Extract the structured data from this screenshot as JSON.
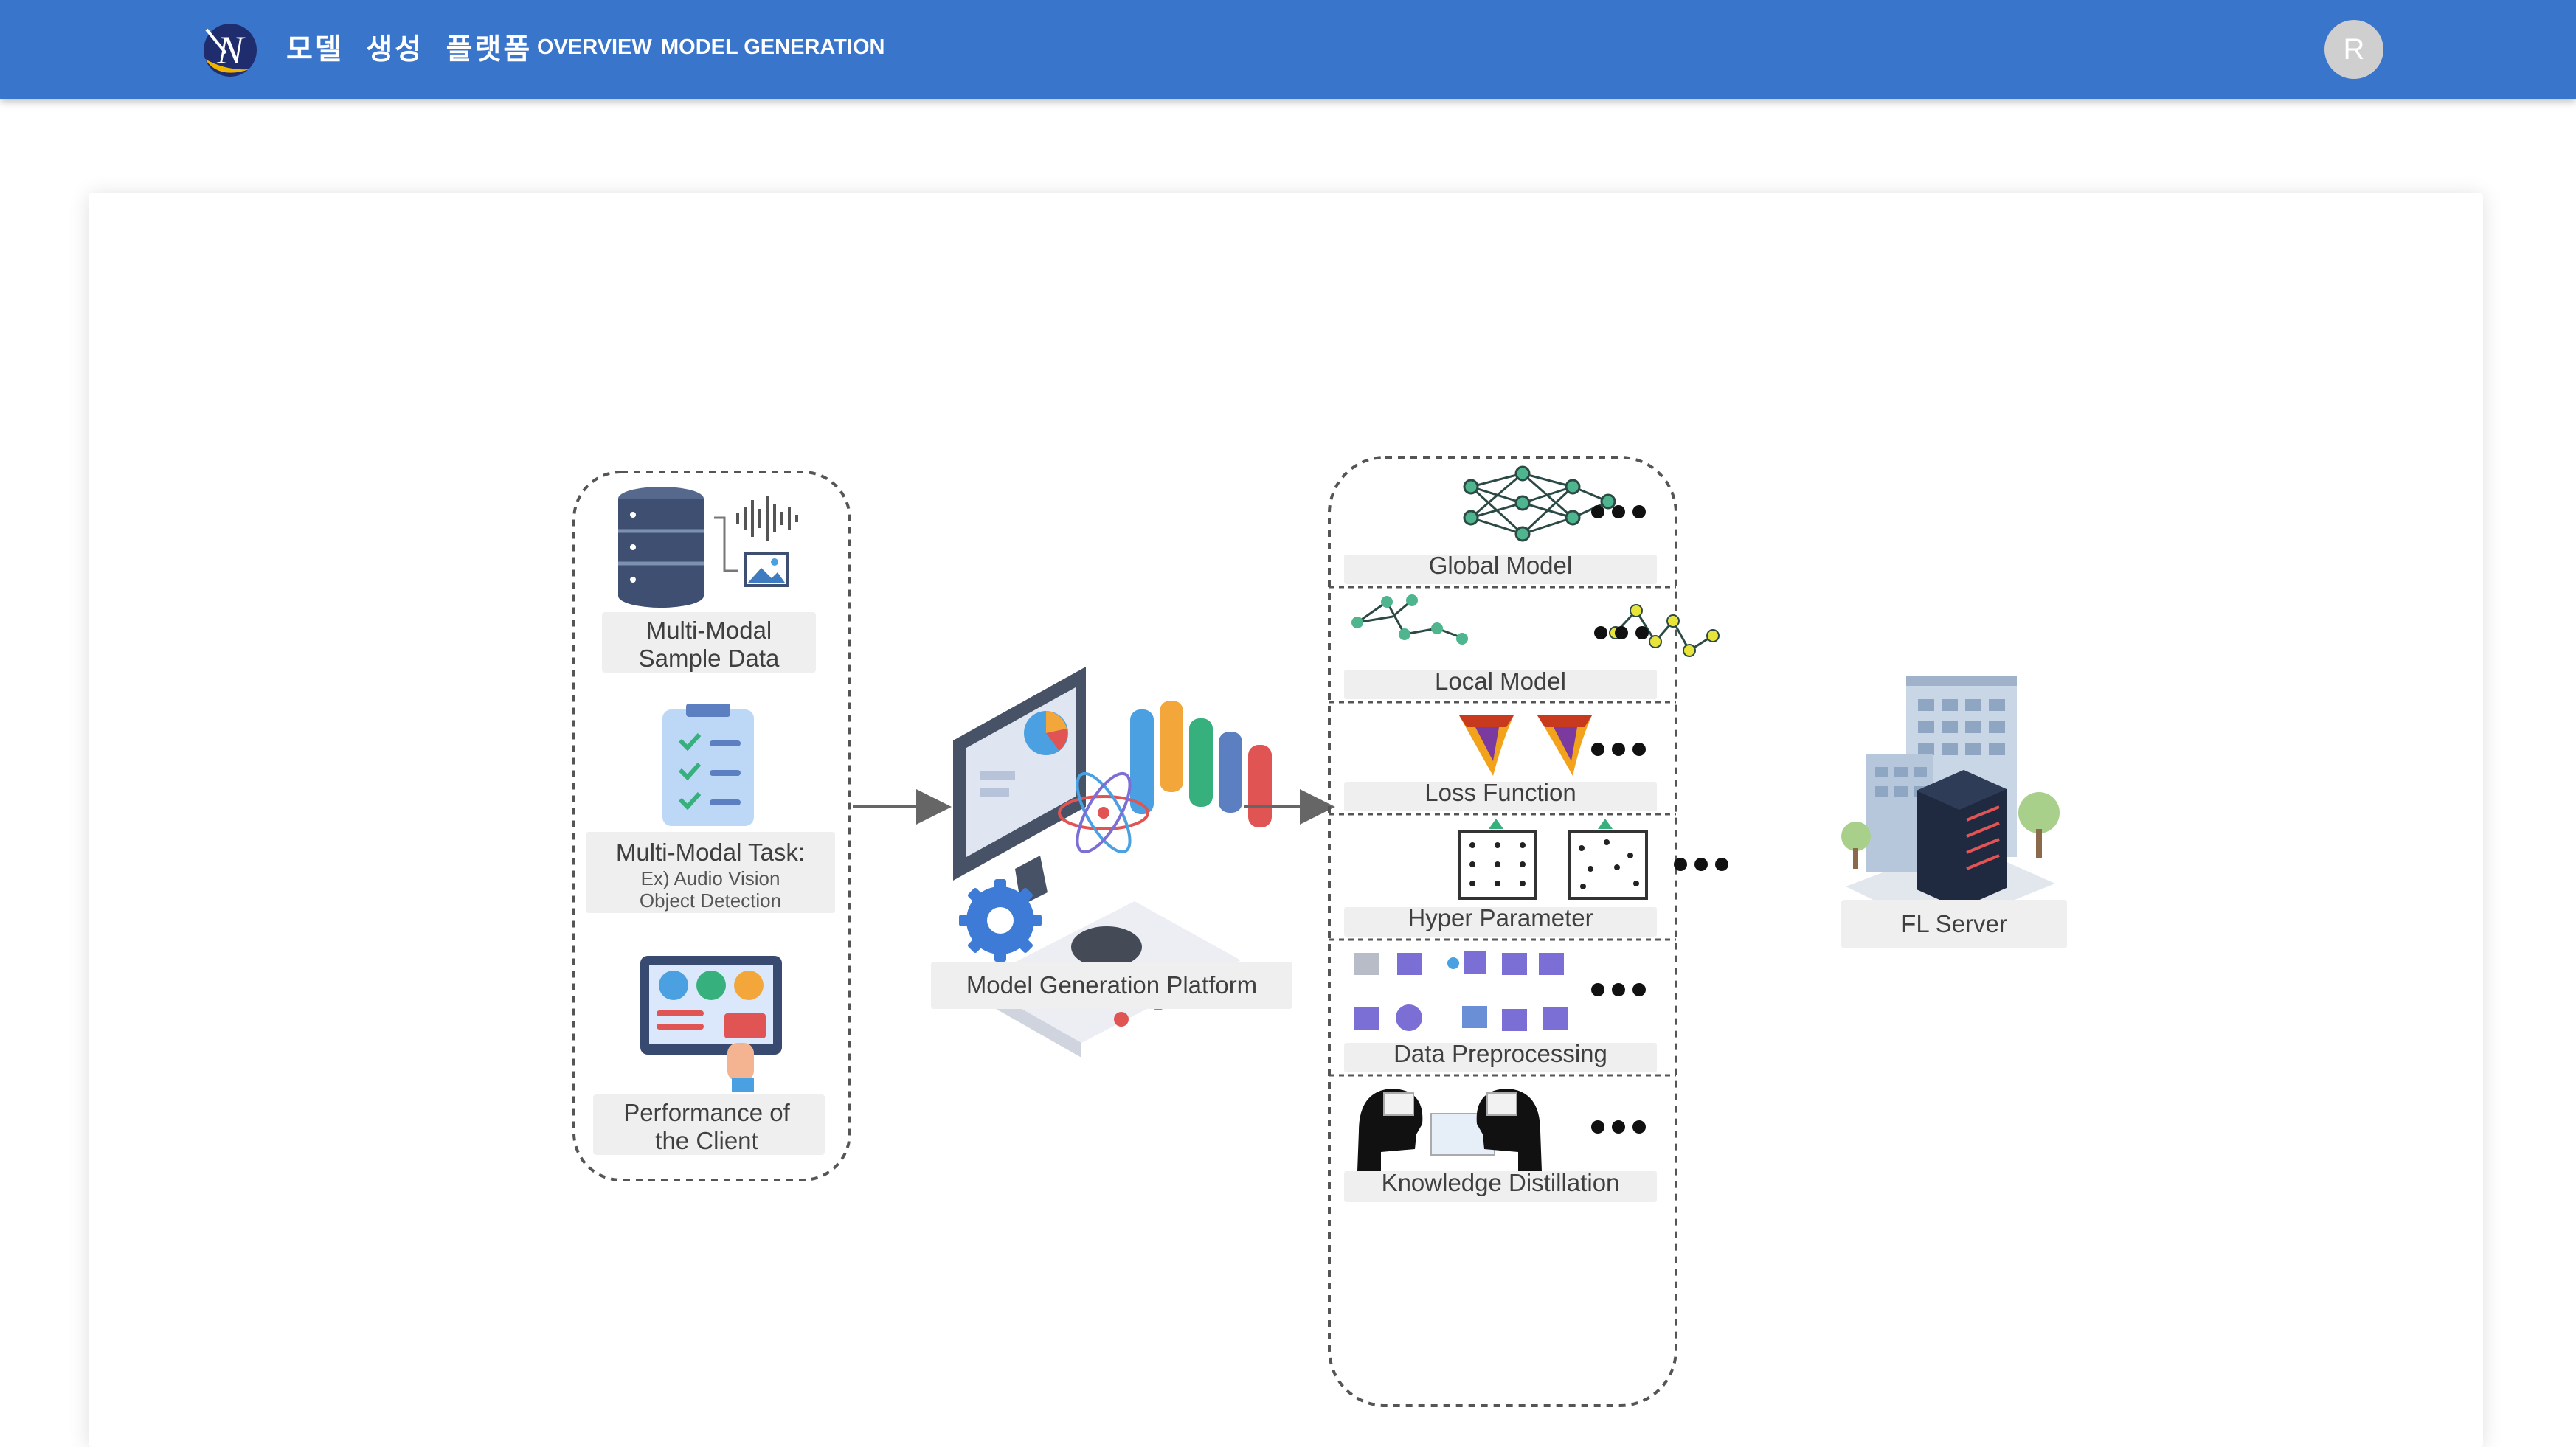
{
  "header": {
    "app_title": "모델 생성 플랫폼",
    "nav": {
      "overview": "OVERVIEW",
      "model_generation": "MODEL GENERATION"
    },
    "avatar_initial": "R",
    "bar_color": "#3a75cc"
  },
  "diagram": {
    "inputs": {
      "sample_data": {
        "line1": "Multi-Modal",
        "line2": "Sample Data"
      },
      "task": {
        "line1": "Multi-Modal Task:",
        "line2": "Ex) Audio Vision",
        "line3": "Object Detection"
      },
      "performance": {
        "line1": "Performance of",
        "line2": "the Client"
      }
    },
    "platform_label": "Model Generation Platform",
    "components": {
      "global_model": "Global Model",
      "local_model": "Local Model",
      "loss_function": "Loss Function",
      "hyper_parameter": "Hyper Parameter",
      "data_preprocessing": "Data Preprocessing",
      "knowledge_distillation": "Knowledge Distillation"
    },
    "server_label": "FL Server"
  }
}
